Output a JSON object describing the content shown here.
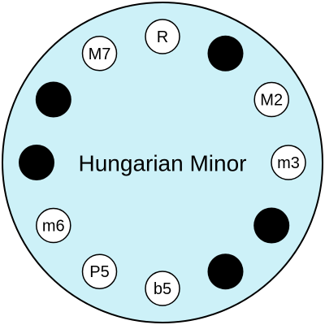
{
  "diagram": {
    "title": "Hungarian Minor",
    "colors": {
      "background_disc": "#cdf1f8",
      "outline": "#000000",
      "filled_marker": "#000000",
      "label_marker": "#ffffff"
    },
    "positions": [
      {
        "label": "R",
        "state": "label"
      },
      {
        "label": "",
        "state": "filled"
      },
      {
        "label": "M2",
        "state": "label"
      },
      {
        "label": "m3",
        "state": "label"
      },
      {
        "label": "",
        "state": "filled"
      },
      {
        "label": "",
        "state": "filled"
      },
      {
        "label": "b5",
        "state": "label"
      },
      {
        "label": "P5",
        "state": "label"
      },
      {
        "label": "m6",
        "state": "label"
      },
      {
        "label": "",
        "state": "filled"
      },
      {
        "label": "",
        "state": "filled"
      },
      {
        "label": "M7",
        "state": "label"
      }
    ]
  }
}
